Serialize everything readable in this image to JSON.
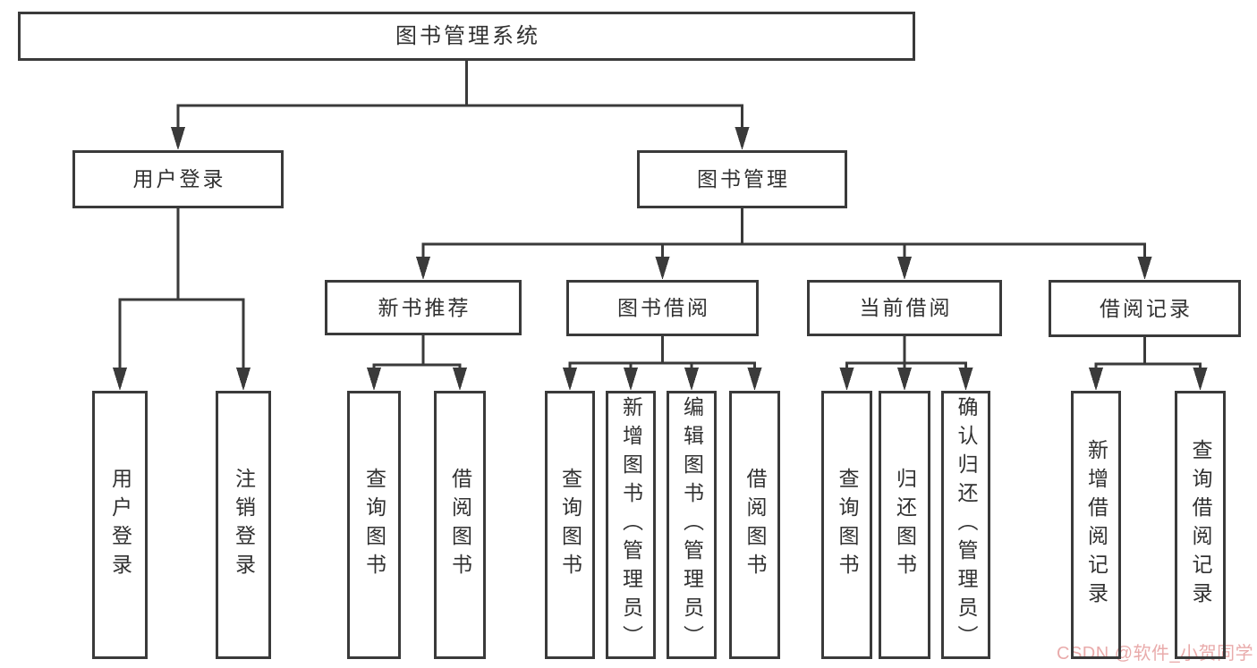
{
  "page": {
    "background": "#ffffff"
  },
  "diagram": {
    "type": "tree",
    "line_color": "#3a3a3a",
    "text_color": "#313131",
    "root_label": "图书管理系统",
    "nodes": [
      {
        "id": "root",
        "label": "图书管理系统",
        "children": [
          "user-login",
          "book-mgmt"
        ]
      },
      {
        "id": "user-login",
        "label": "用户登录",
        "children": [
          "user-login-action",
          "logout-action"
        ]
      },
      {
        "id": "book-mgmt",
        "label": "图书管理",
        "children": [
          "new-book-rec",
          "book-borrow",
          "current-borrow",
          "borrow-records"
        ]
      },
      {
        "id": "new-book-rec",
        "label": "新书推荐",
        "children": [
          "nbr-query-book",
          "nbr-borrow-book"
        ]
      },
      {
        "id": "book-borrow",
        "label": "图书借阅",
        "children": [
          "bb-query-book",
          "bb-add-book",
          "bb-edit-book",
          "bb-borrow-book"
        ]
      },
      {
        "id": "current-borrow",
        "label": "当前借阅",
        "children": [
          "cb-query-book",
          "cb-return-book",
          "cb-confirm-return"
        ]
      },
      {
        "id": "borrow-records",
        "label": "借阅记录",
        "children": [
          "br-add-record",
          "br-query-record"
        ]
      },
      {
        "id": "user-login-action",
        "label": "用户登录",
        "children": []
      },
      {
        "id": "logout-action",
        "label": "注销登录",
        "children": []
      },
      {
        "id": "nbr-query-book",
        "label": "查询图书",
        "children": []
      },
      {
        "id": "nbr-borrow-book",
        "label": "借阅图书",
        "children": []
      },
      {
        "id": "bb-query-book",
        "label": "查询图书",
        "children": []
      },
      {
        "id": "bb-add-book",
        "label": "新增图书（管理员）",
        "children": []
      },
      {
        "id": "bb-edit-book",
        "label": "编辑图书（管理员）",
        "children": []
      },
      {
        "id": "bb-borrow-book",
        "label": "借阅图书",
        "children": []
      },
      {
        "id": "cb-query-book",
        "label": "查询图书",
        "children": []
      },
      {
        "id": "cb-return-book",
        "label": "归还图书",
        "children": []
      },
      {
        "id": "cb-confirm-return",
        "label": "确认归还（管理员）",
        "children": []
      },
      {
        "id": "br-add-record",
        "label": "新增借阅记录",
        "children": []
      },
      {
        "id": "br-query-record",
        "label": "查询借阅记录",
        "children": []
      }
    ]
  },
  "watermark": {
    "text": "CSDN @软件_小贺同学",
    "color": "#e9abab"
  }
}
